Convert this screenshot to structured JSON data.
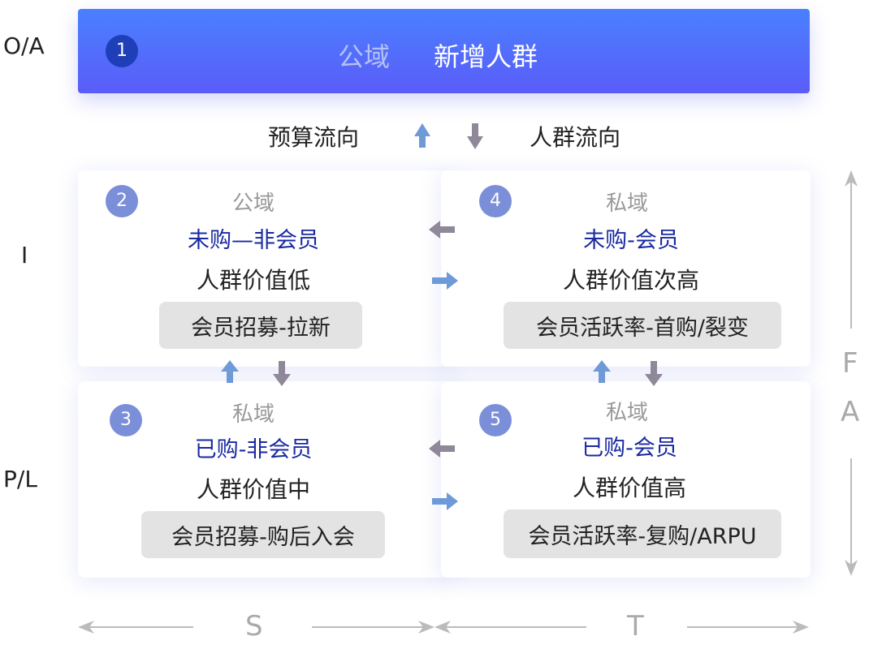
{
  "axes": {
    "oa": "O/A",
    "i": "I",
    "pl": "P/L",
    "f": "F",
    "a": "A",
    "s": "S",
    "t": "T"
  },
  "top": {
    "badge": "1",
    "domain": "公域",
    "title": "新增人群"
  },
  "legend": {
    "budget": "预算流向",
    "crowd": "人群流向"
  },
  "cards": [
    {
      "badge": "2",
      "domain": "公域",
      "title": "未购—非会员",
      "value": "人群价值低",
      "action": "会员招募-拉新"
    },
    {
      "badge": "4",
      "domain": "私域",
      "title": "未购-会员",
      "value": "人群价值次高",
      "action": "会员活跃率-首购/裂变"
    },
    {
      "badge": "3",
      "domain": "私域",
      "title": "已购-非会员",
      "value": "人群价值中",
      "action": "会员招募-购后入会"
    },
    {
      "badge": "5",
      "domain": "私域",
      "title": "已购-会员",
      "value": "人群价值高",
      "action": "会员活跃率-复购/ARPU"
    }
  ],
  "colors": {
    "budget_arrow": "#6f9ad8",
    "crowd_arrow": "#8e8898",
    "title": "#1a2aa0"
  }
}
